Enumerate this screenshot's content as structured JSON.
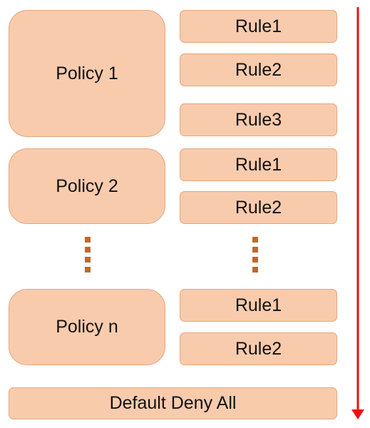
{
  "policies": [
    {
      "label": "Policy 1",
      "rules": [
        "Rule1",
        "Rule2",
        "Rule3"
      ]
    },
    {
      "label": "Policy 2",
      "rules": [
        "Rule1",
        "Rule2"
      ]
    },
    {
      "label": "Policy n",
      "rules": [
        "Rule1",
        "Rule2"
      ]
    }
  ],
  "default_rule": "Default Deny All",
  "colors": {
    "box_fill": "#f8cbad",
    "box_border": "#e4a67f",
    "ellipsis_dots": "#c0692b",
    "order_arrow": "#ee1111"
  }
}
